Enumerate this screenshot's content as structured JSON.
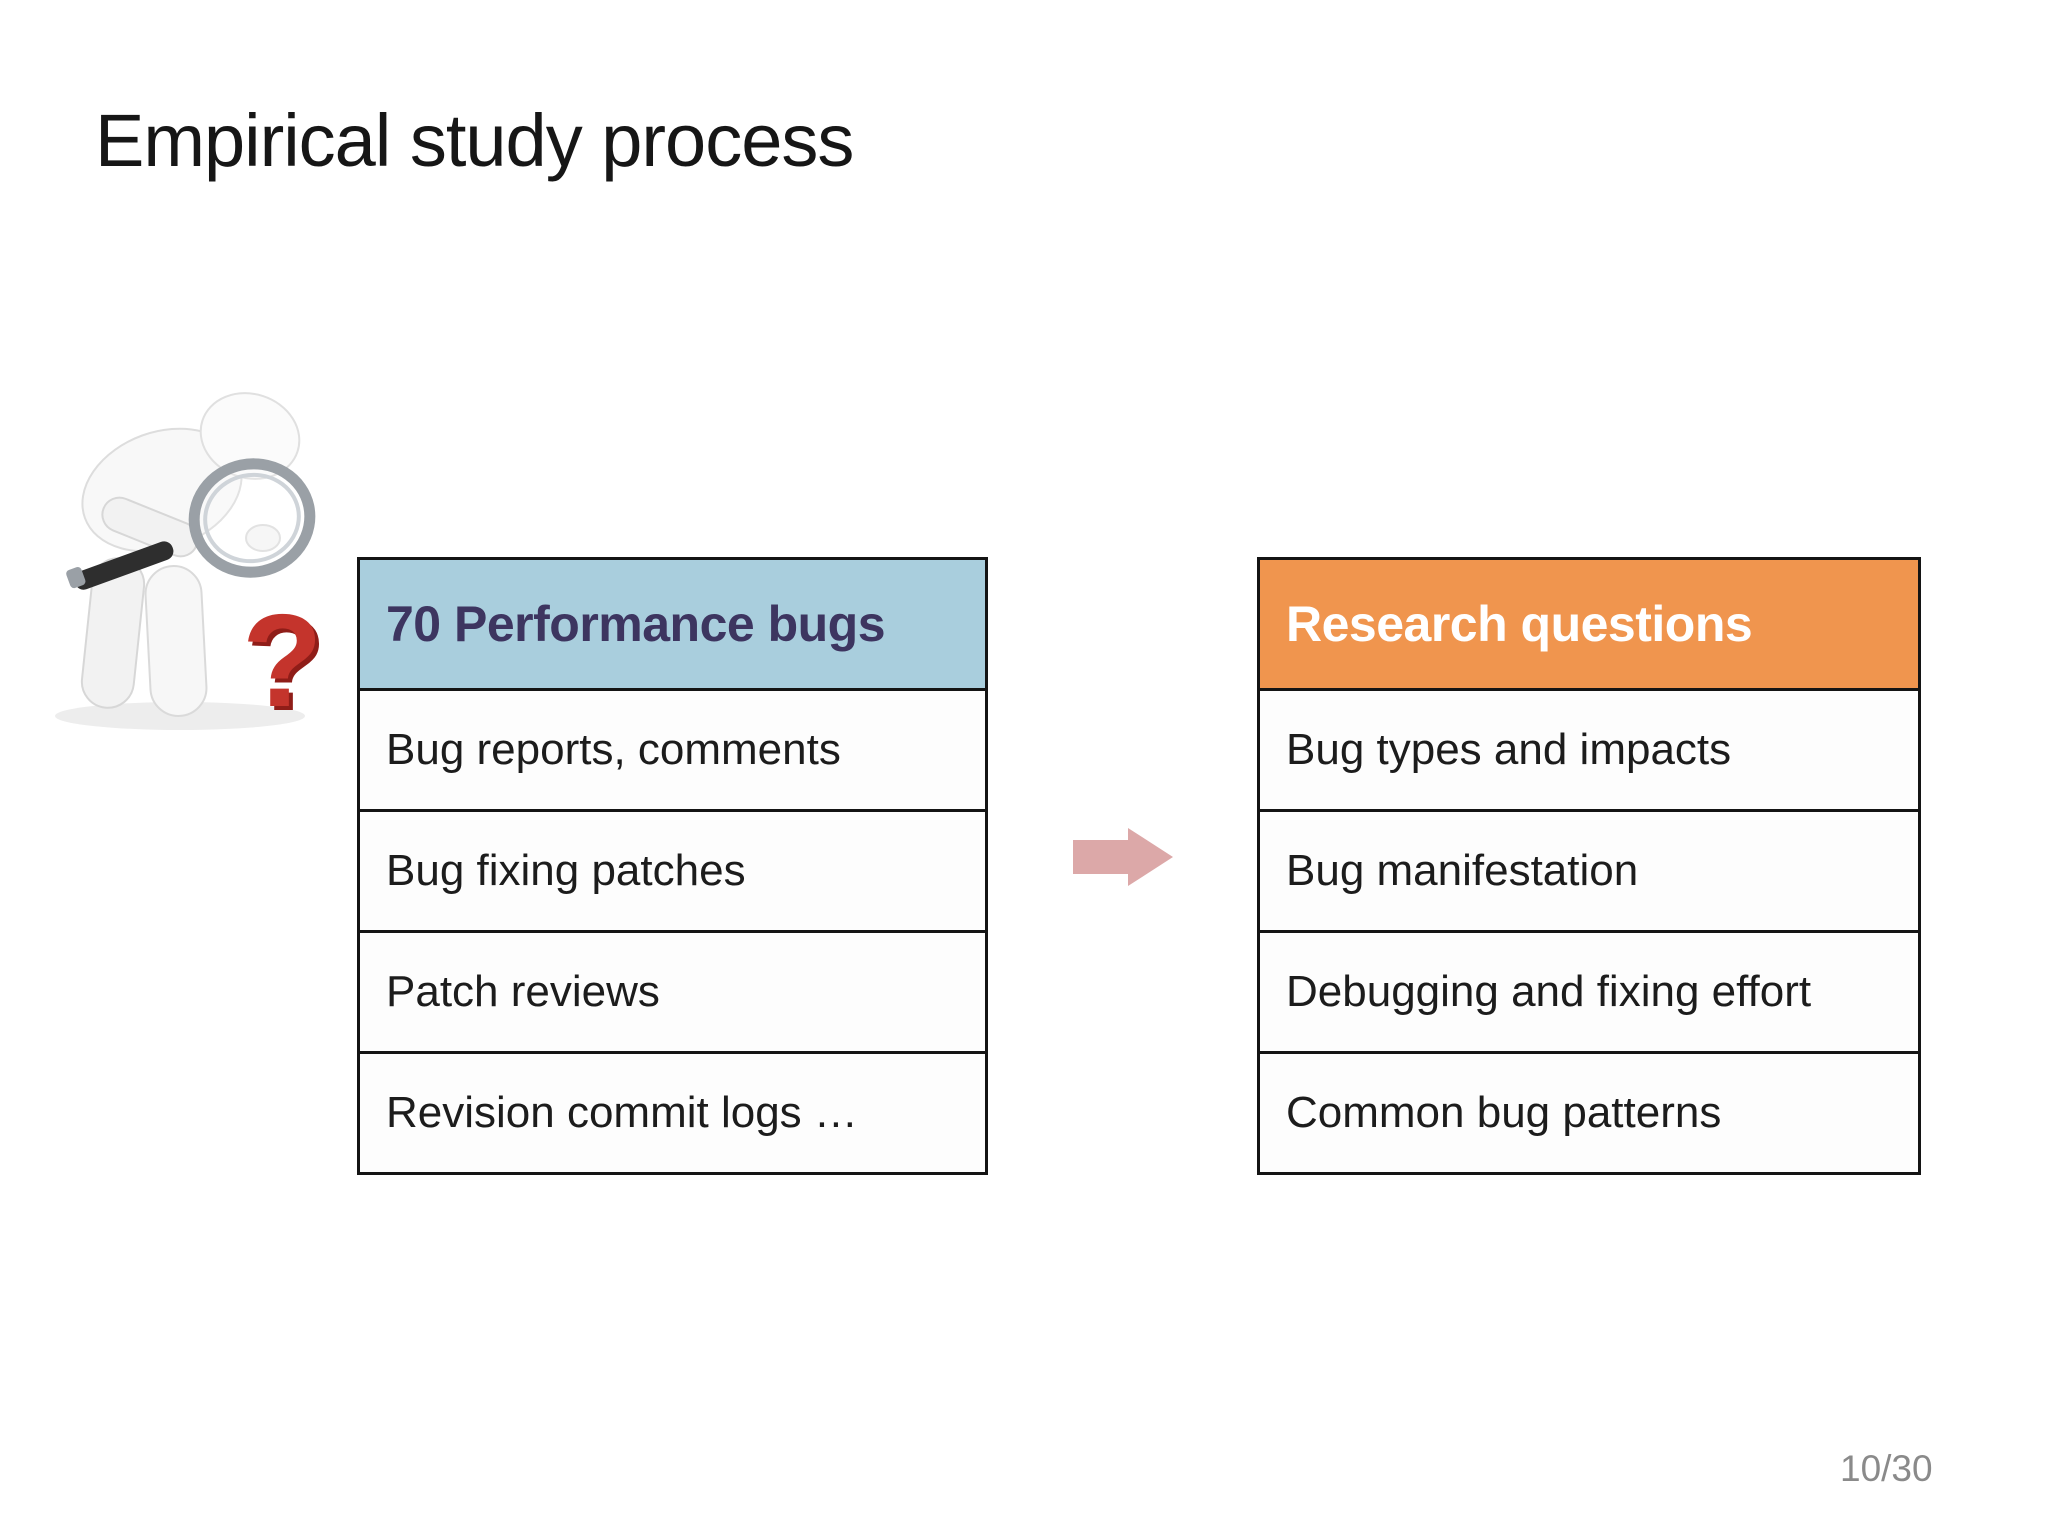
{
  "slide": {
    "title": "Empirical study process",
    "page_number": "10/30"
  },
  "left_table": {
    "header": "70 Performance bugs",
    "header_bg": "#A9CEDD",
    "header_text_color": "#3D3560",
    "rows": [
      "Bug reports, comments",
      "Bug fixing patches",
      "Patch reviews",
      "Revision commit logs …"
    ]
  },
  "right_table": {
    "header": "Research questions",
    "header_bg": "#F0954E",
    "header_text_color": "#FFFFFF",
    "rows": [
      "Bug types and impacts",
      "Bug manifestation",
      "Debugging and fixing effort",
      "Common bug patterns"
    ]
  },
  "arrow": {
    "color": "#DCA8A8",
    "direction": "right"
  },
  "illustration": {
    "description": "white 3d figure inspecting with magnifying glass",
    "question_mark": "?",
    "question_mark_color": "#C4342C"
  },
  "colors": {
    "slide_background": "#FFFFFF",
    "table_border": "#141414",
    "row_text": "#1C1C1C",
    "title_text": "#161616",
    "page_number_text": "#8A8A8A"
  }
}
